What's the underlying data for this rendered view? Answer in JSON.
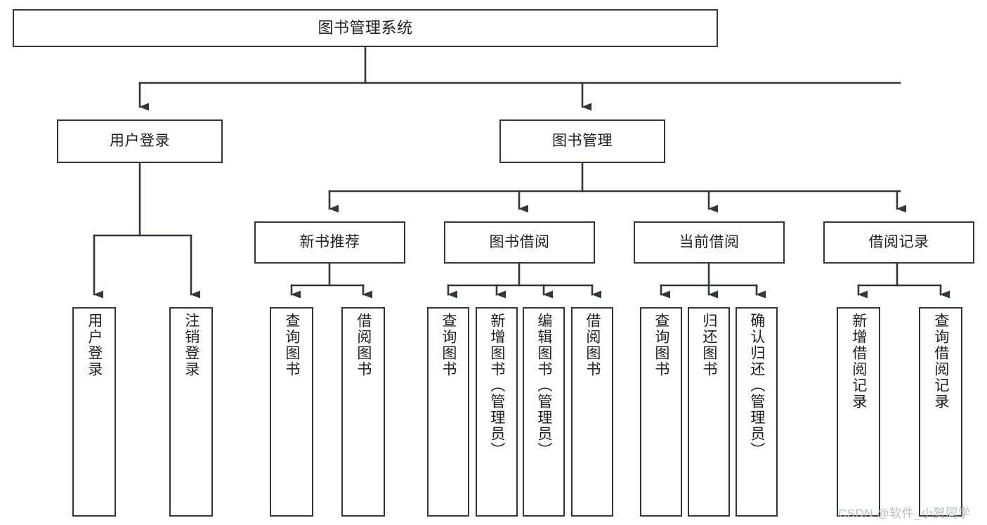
{
  "diagram": {
    "title_node": {
      "label": "图书管理系统"
    },
    "level2": [
      {
        "id": "user-login",
        "label": "用户登录"
      },
      {
        "id": "book-manage",
        "label": "图书管理"
      }
    ],
    "level3": [
      {
        "id": "new-book-recommend",
        "label": "新书推荐"
      },
      {
        "id": "book-borrow",
        "label": "图书借阅"
      },
      {
        "id": "current-borrow",
        "label": "当前借阅"
      },
      {
        "id": "borrow-record",
        "label": "借阅记录"
      }
    ],
    "leaves": [
      {
        "id": "leaf-user-login",
        "label": "用户登录",
        "parent": "user-login"
      },
      {
        "id": "leaf-logout-login",
        "label": "注销登录",
        "parent": "user-login"
      },
      {
        "id": "leaf-query-book-1",
        "label": "查询图书",
        "parent": "new-book-recommend"
      },
      {
        "id": "leaf-borrow-book-1",
        "label": "借阅图书",
        "parent": "new-book-recommend"
      },
      {
        "id": "leaf-query-book-2",
        "label": "查询图书",
        "parent": "book-borrow"
      },
      {
        "id": "leaf-add-book",
        "label": "新增图书（管理员）",
        "parent": "book-borrow"
      },
      {
        "id": "leaf-edit-book",
        "label": "编辑图书（管理员）",
        "parent": "book-borrow"
      },
      {
        "id": "leaf-borrow-book-2",
        "label": "借阅图书",
        "parent": "book-borrow"
      },
      {
        "id": "leaf-query-book-3",
        "label": "查询图书",
        "parent": "current-borrow"
      },
      {
        "id": "leaf-return-book",
        "label": "归还图书",
        "parent": "current-borrow"
      },
      {
        "id": "leaf-confirm-return",
        "label": "确认归还（管理员）",
        "parent": "current-borrow"
      },
      {
        "id": "leaf-add-record",
        "label": "新增借阅记录",
        "parent": "borrow-record"
      },
      {
        "id": "leaf-query-record",
        "label": "查询借阅记录",
        "parent": "borrow-record"
      }
    ]
  },
  "watermark": {
    "text": "CSDN @软件_小贺同学"
  },
  "colors": {
    "stroke": "#33373b",
    "text": "#1d1d1d",
    "background": "#ffffff",
    "watermark": "#b9bcc0"
  }
}
